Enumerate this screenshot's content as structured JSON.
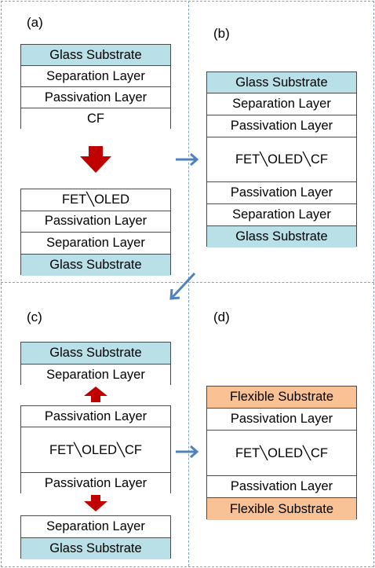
{
  "panel_labels": {
    "a": "(a)",
    "b": "(b)",
    "c": "(c)",
    "d": "(d)"
  },
  "stacks": {
    "a_top": [
      "Glass Substrate",
      "Separation Layer",
      "Passivation Layer",
      "CF"
    ],
    "a_bottom": [
      "FET╲OLED",
      "Passivation Layer",
      "Separation Layer",
      "Glass Substrate"
    ],
    "b": [
      "Glass Substrate",
      "Separation Layer",
      "Passivation Layer",
      "FET╲OLED╲CF",
      "Passivation Layer",
      "Separation Layer",
      "Glass Substrate"
    ],
    "c_top": [
      "Glass Substrate",
      "Separation Layer"
    ],
    "c_middle": [
      "Passivation Layer",
      "FET╲OLED╲CF",
      "Passivation Layer"
    ],
    "c_bottom": [
      "Separation Layer",
      "Glass Substrate"
    ],
    "d": [
      "Flexible Substrate",
      "Passivation Layer",
      "FET╲OLED╲CF",
      "Passivation Layer",
      "Flexible Substrate"
    ]
  },
  "colors": {
    "glass_substrate": "#b9dfe7",
    "flexible_substrate": "#f9c294",
    "red_arrow": "#c00000",
    "blue_arrow": "#4f81bd",
    "divider": "#7fa3c8"
  }
}
